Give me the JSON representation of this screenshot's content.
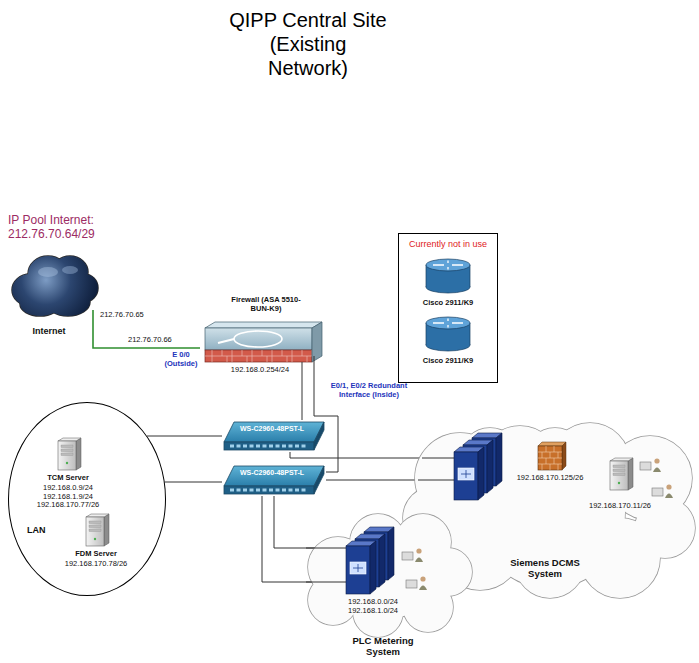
{
  "diagram": {
    "title": "QIPP Central Site (Existing Network)",
    "nodes": [
      {
        "text": [
          "Internet"
        ]
      },
      {
        "text": [
          "Firewall (ASA 5510-BUN-K9)",
          "192.168.0.254/24"
        ]
      },
      {
        "text": [
          "WS-C2960-48PST-L"
        ]
      },
      {
        "text": [
          "WS-C2960-48PST-L"
        ]
      },
      {
        "text": [
          "Currently not in use"
        ]
      },
      {
        "text": [
          "Cisco 2911/K9"
        ],
        "in": 4
      },
      {
        "text": [
          "Cisco 2911/K9"
        ],
        "in": 4
      },
      {
        "text": [
          "LAN"
        ]
      },
      {
        "text": [
          "TCM Server",
          "192.168.0.9/24 192.168.1.9/24 192.168.170.77/26"
        ],
        "in": 7
      },
      {
        "text": [
          "FDM Server",
          "192.168.170.78/26"
        ],
        "in": 7
      },
      {
        "text": [
          "Siemens DCMS System"
        ]
      },
      {
        "text": [
          "192.168.170.125/26"
        ],
        "in": 10
      },
      {
        "text": [
          "192.168.170.11/26"
        ],
        "in": 10
      },
      {
        "text": [
          "PLC Metering System",
          "192.168.0.0/24 192.168.1.0/24"
        ]
      }
    ],
    "edges": [
      {
        "from": 0,
        "to": 1,
        "arrow": "none"
      },
      {
        "from": 1,
        "to": 2,
        "arrow": "none"
      },
      {
        "from": 1,
        "to": 3,
        "arrow": "none"
      },
      {
        "from": 7,
        "to": 2,
        "arrow": "none"
      },
      {
        "from": 7,
        "to": 3,
        "arrow": "none"
      },
      {
        "from": 2,
        "to": 10,
        "arrow": "none"
      },
      {
        "from": 3,
        "to": 10,
        "arrow": "none"
      },
      {
        "from": 3,
        "to": 13,
        "arrow": "none"
      },
      {
        "from": 3,
        "to": 13,
        "arrow": "none"
      }
    ],
    "labels": [
      "IP Pool Internet: 212.76.70.64/29",
      "212.76.70.65",
      "212.76.70.66",
      "E 0/0 (Outside)",
      "E0/1, E0/2 Redundant Interface (Inside)"
    ]
  }
}
